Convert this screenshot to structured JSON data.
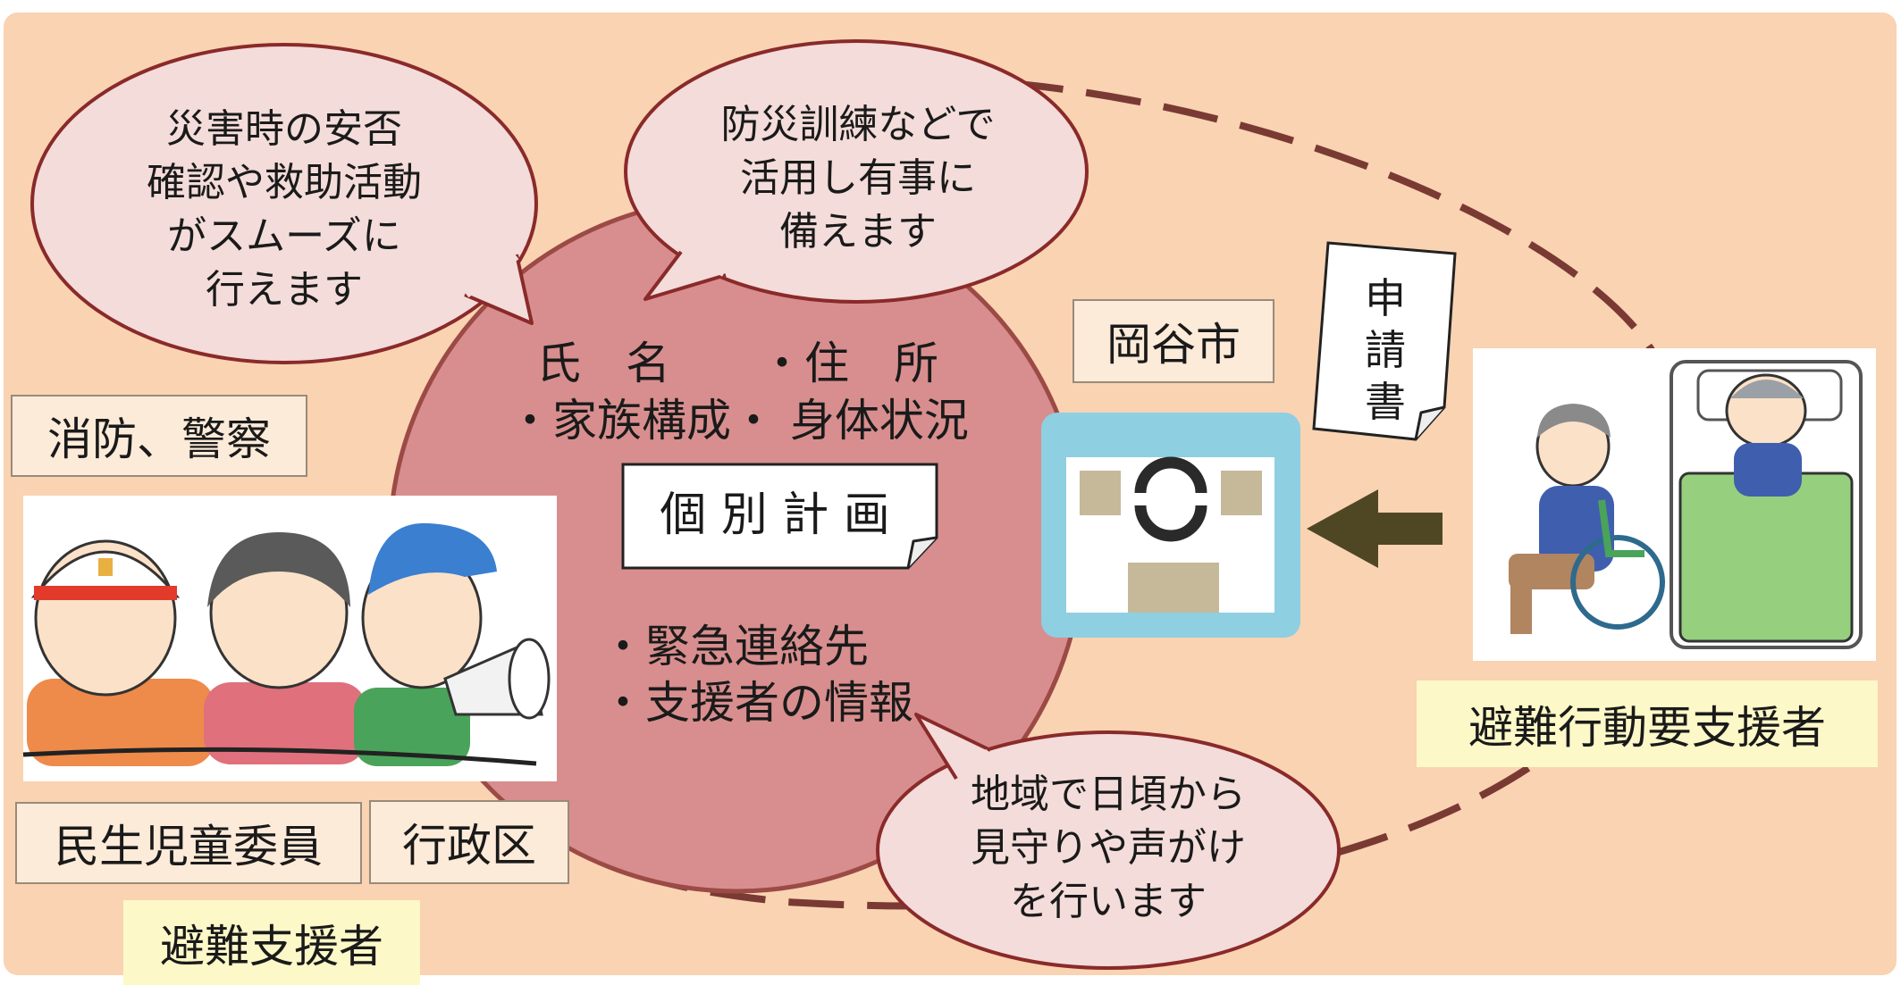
{
  "bubbles": {
    "disaster": "災害時の安否\n確認や救助活動\nがスムーズに\n行えます",
    "drill": "防災訓練などで\n活用し有事に\n備えます",
    "community": "地域で日頃から\n見守りや声がけ\nを行います"
  },
  "plan": {
    "line1": "氏　名　　・住　所",
    "line2": "・家族構成・ 身体状況",
    "title": "個 別 計 画",
    "line3": "・緊急連絡先",
    "line4": "・支援者の情報"
  },
  "labels": {
    "fire_police": "消防、警察",
    "welfare_commissioner": "民生児童委員",
    "admin_district": "行政区",
    "evacuation_supporter": "避難支援者",
    "city": "岡谷市",
    "application": "申\n請\n書",
    "support_needed": "避難行動要支援者"
  },
  "icons": {
    "city_office": "city-office-icon",
    "arrow": "arrow-left-icon",
    "supporters_illustration": "supporters-illustration",
    "elderly_illustration": "elderly-care-illustration"
  },
  "colors": {
    "background": "#f9d3b2",
    "circle": "#d88e8e",
    "bubble_fill": "#f3dcd9",
    "bubble_stroke": "#8a2a2a",
    "dash": "#7a3a34",
    "office_frame": "#8ecfe2",
    "office_tan": "#c6b99a",
    "arrow": "#4f4724",
    "label_yellow": "#fdf8c8"
  }
}
